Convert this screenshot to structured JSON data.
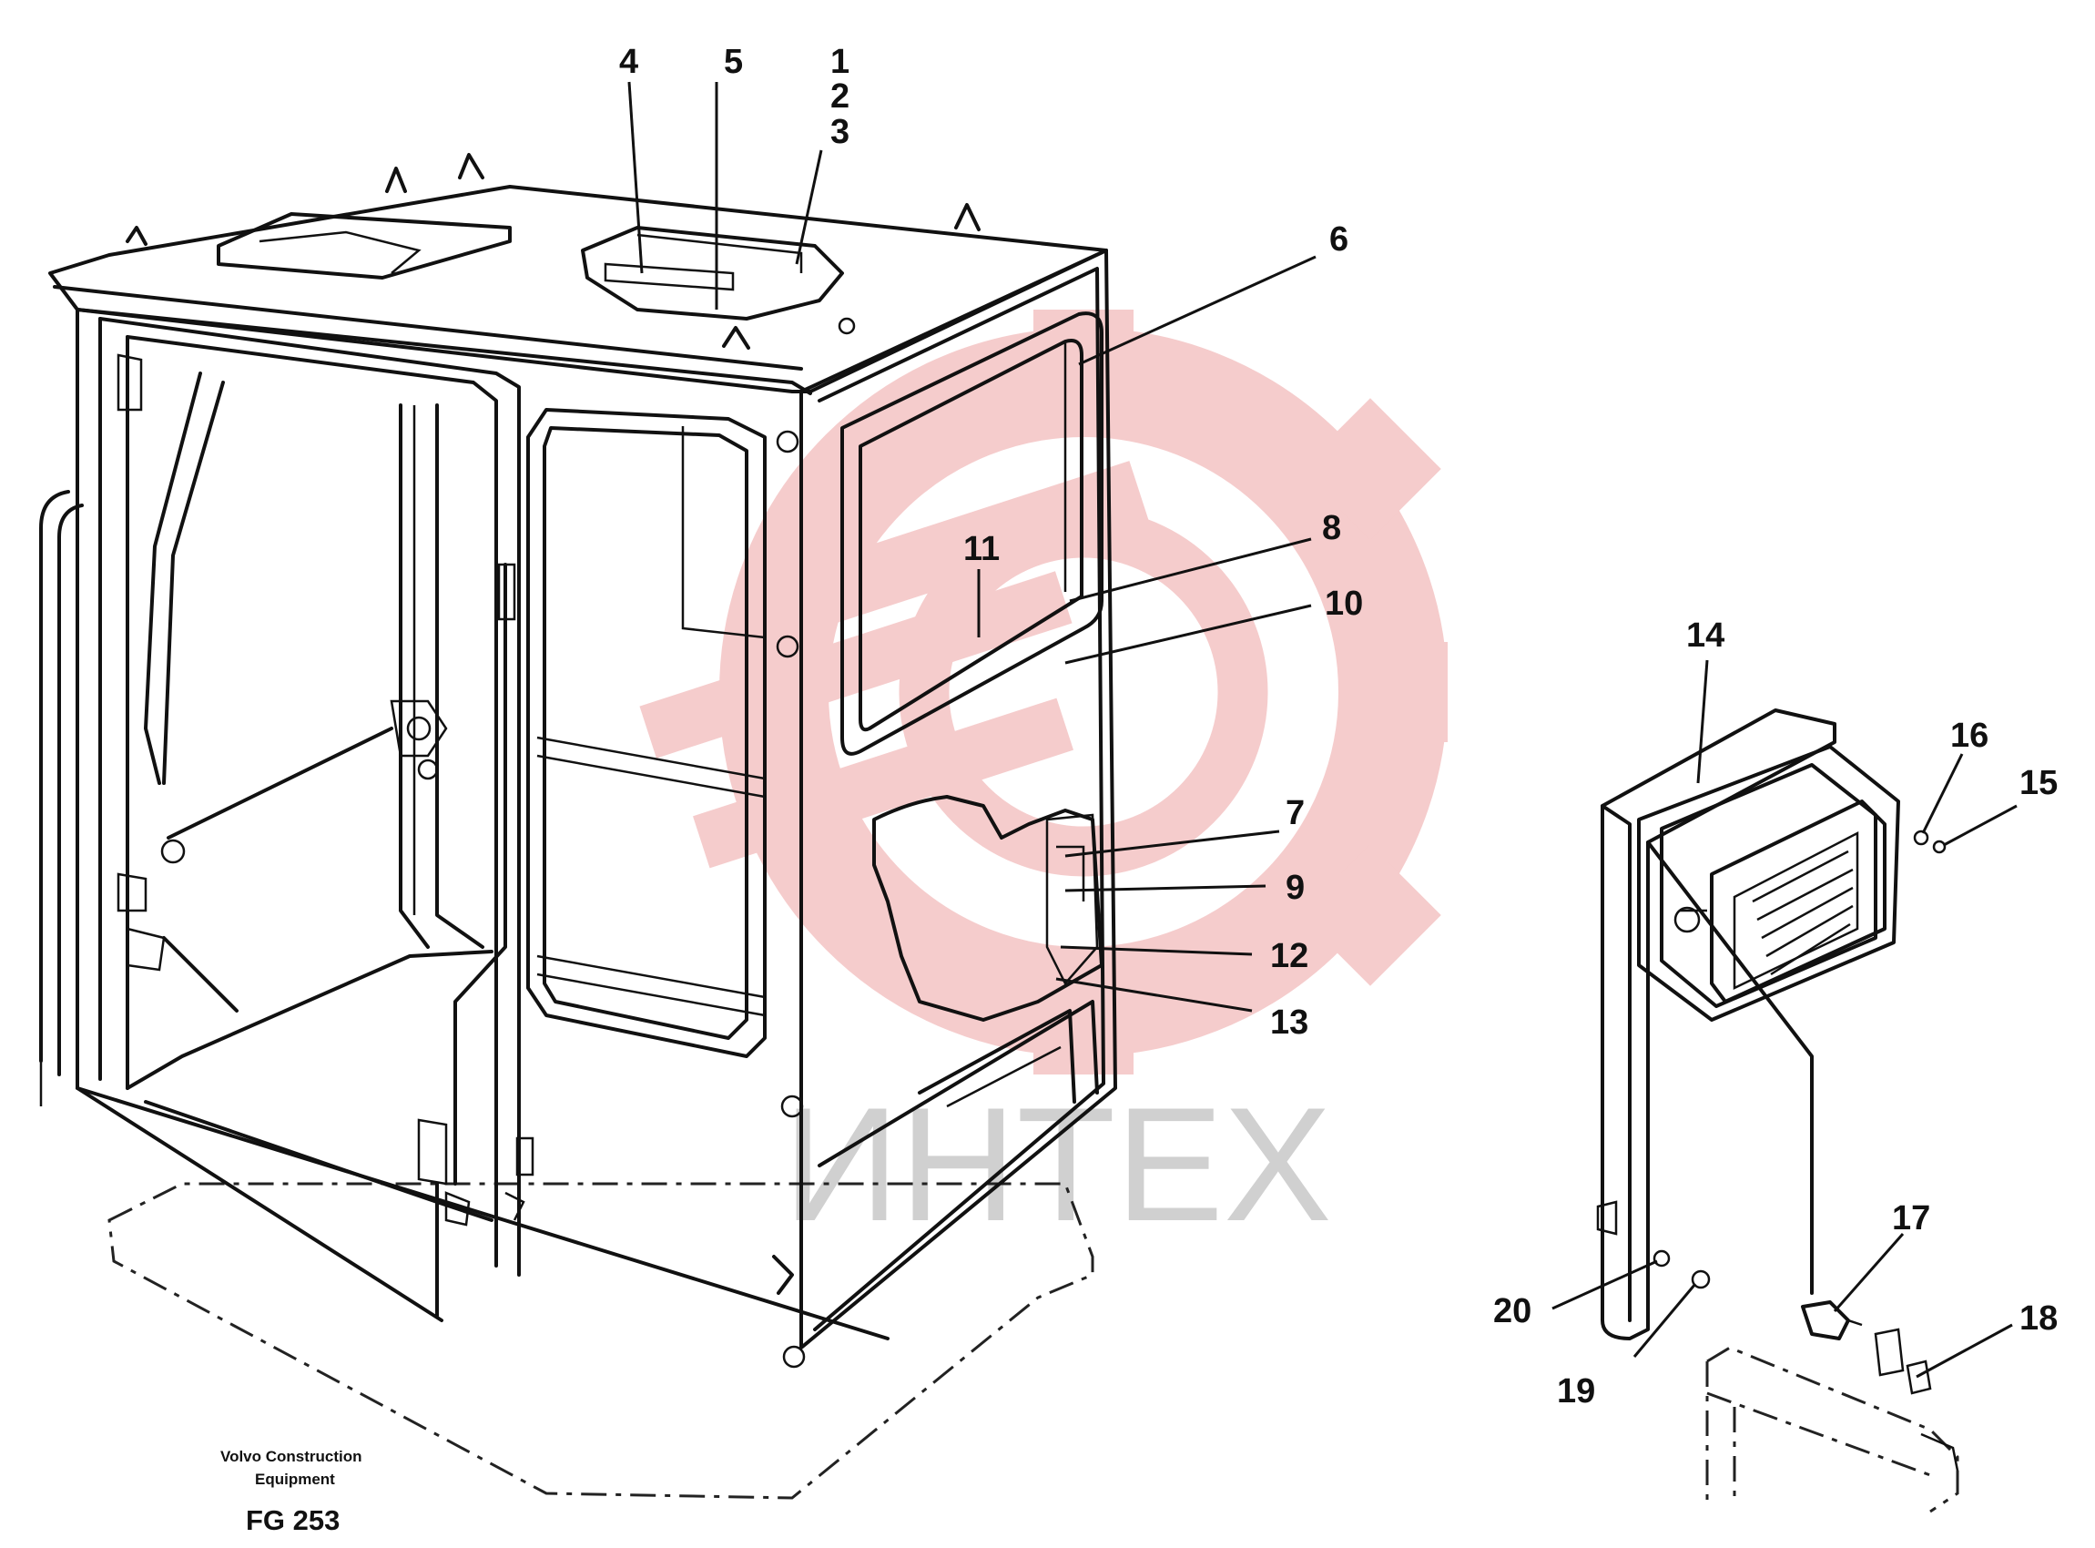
{
  "colors": {
    "line": "#111111",
    "watermark_gear": "#f4c7c7",
    "watermark_text": "#d0d0d0",
    "background": "#ffffff"
  },
  "watermark": {
    "text": "ИНТЕХ"
  },
  "manufacturer": {
    "line1": "Volvo Construction",
    "line2": "Equipment"
  },
  "figure_code": "FG 253",
  "callouts": {
    "c1": "1",
    "c2": "2",
    "c3": "3",
    "c4": "4",
    "c5": "5",
    "c6": "6",
    "c7": "7",
    "c8": "8",
    "c9": "9",
    "c10": "10",
    "c11": "11",
    "c12": "12",
    "c13": "13",
    "c14": "14",
    "c15": "15",
    "c16": "16",
    "c17": "17",
    "c18": "18",
    "c19": "19",
    "c20": "20"
  }
}
